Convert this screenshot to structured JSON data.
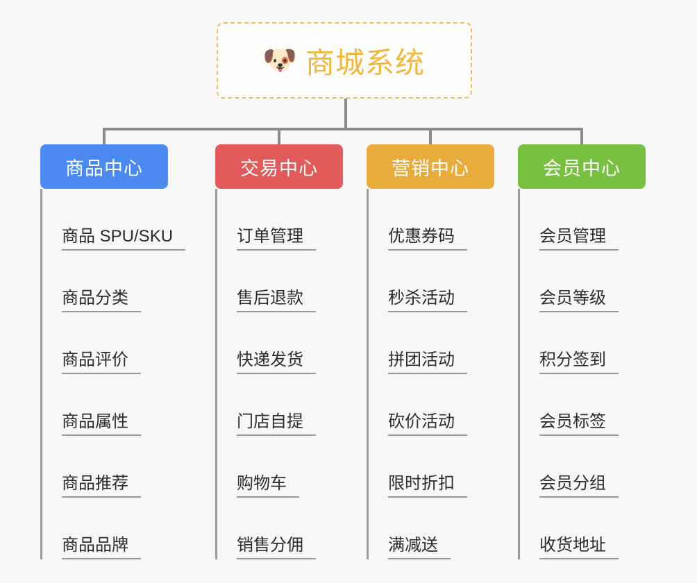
{
  "root": {
    "icon": "shiba-dog-face-icon",
    "icon_glyph": "🐶",
    "title": "商城系统",
    "title_color": "#f0b840",
    "border_color": "#edbc63"
  },
  "connector_color": "#8c8c8c",
  "background_color": "#f7f7f7",
  "columns": [
    {
      "header": "商品中心",
      "color": "#4a89f0",
      "items": [
        "商品 SPU/SKU",
        "商品分类",
        "商品评价",
        "商品属性",
        "商品推荐",
        "商品品牌"
      ]
    },
    {
      "header": "交易中心",
      "color": "#e15b5b",
      "items": [
        "订单管理",
        "售后退款",
        "快递发货",
        "门店自提",
        "购物车",
        "销售分佣"
      ]
    },
    {
      "header": "营销中心",
      "color": "#e9ac3c",
      "items": [
        "优惠券码",
        "秒杀活动",
        "拼团活动",
        "砍价活动",
        "限时折扣",
        "满减送"
      ]
    },
    {
      "header": "会员中心",
      "color": "#78c040",
      "items": [
        "会员管理",
        "会员等级",
        "积分签到",
        "会员标签",
        "会员分组",
        "收货地址"
      ]
    }
  ]
}
